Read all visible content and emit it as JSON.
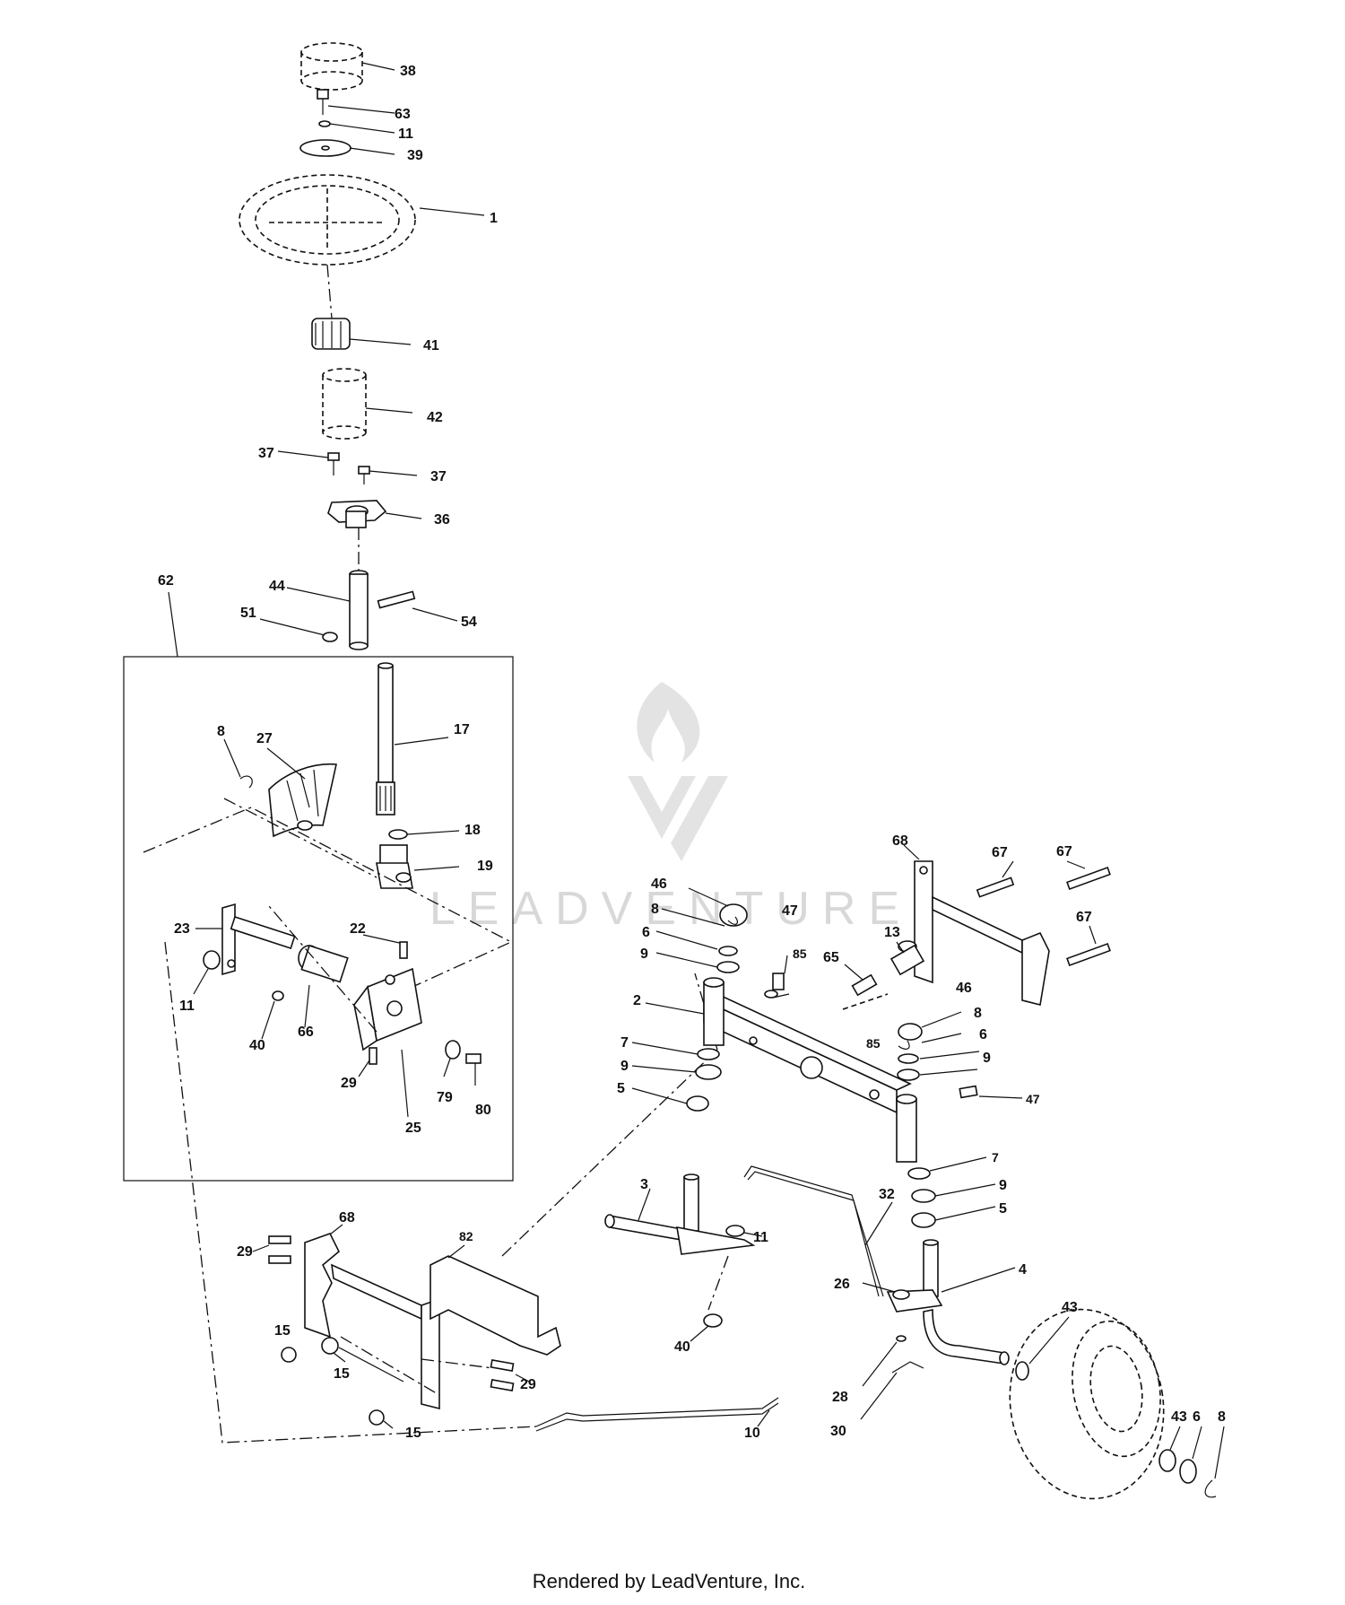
{
  "footer_text": "Rendered by LeadVenture, Inc.",
  "watermark_text": "LEADVENTURE",
  "colors": {
    "line": "#111111",
    "background": "#ffffff",
    "watermark": "#d8d8d8"
  },
  "callouts": [
    "38",
    "63",
    "11",
    "39",
    "1",
    "41",
    "42",
    "37",
    "37",
    "36",
    "62",
    "44",
    "54",
    "51",
    "17",
    "8",
    "27",
    "18",
    "19",
    "23",
    "22",
    "11",
    "40",
    "66",
    "29",
    "25",
    "79",
    "80",
    "46",
    "8",
    "6",
    "9",
    "47",
    "68",
    "67",
    "67",
    "67",
    "13",
    "65",
    "85",
    "2",
    "85",
    "46",
    "8",
    "7",
    "6",
    "9",
    "9",
    "5",
    "47",
    "7",
    "9",
    "5",
    "3",
    "11",
    "32",
    "26",
    "4",
    "43",
    "29",
    "68",
    "82",
    "15",
    "15",
    "15",
    "29",
    "40",
    "10",
    "28",
    "30",
    "43",
    "6",
    "8"
  ]
}
